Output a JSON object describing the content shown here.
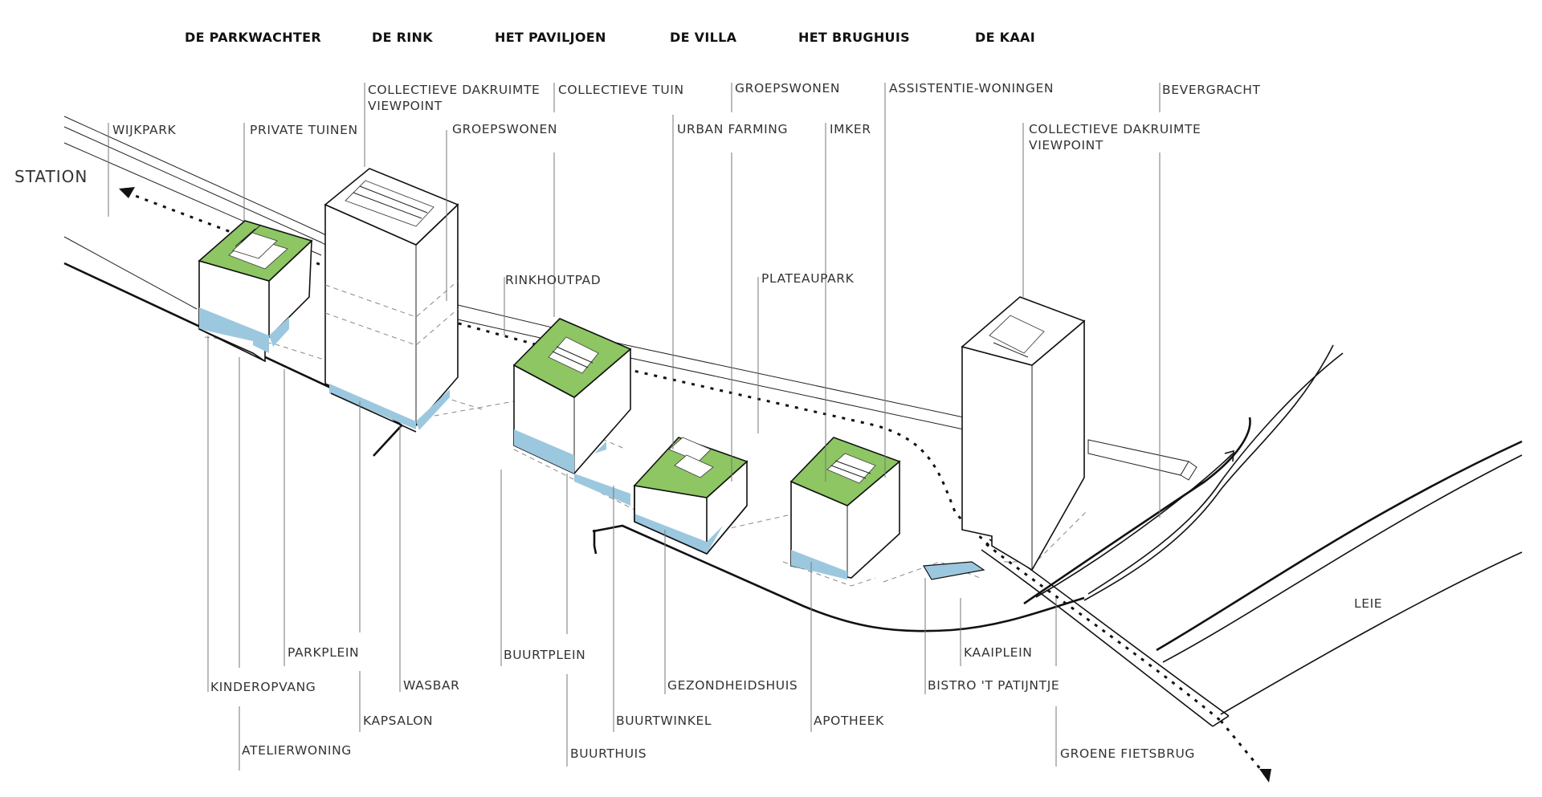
{
  "colors": {
    "green_roof": "#8dc663",
    "blue_ground": "#9cc8df",
    "line": "#111111",
    "label": "#333333"
  },
  "buildings": [
    {
      "name": "DE PARKWACHTER"
    },
    {
      "name": "DE RINK"
    },
    {
      "name": "HET PAVILJOEN"
    },
    {
      "name": "DE VILLA"
    },
    {
      "name": "HET BRUGHUIS"
    },
    {
      "name": "DE KAAI"
    }
  ],
  "places": {
    "station": "STATION",
    "river": "LEIE"
  },
  "labels_top": [
    {
      "text": "WIJKPARK"
    },
    {
      "text": "PRIVATE TUINEN"
    },
    {
      "text": "COLLECTIEVE DAKRUIMTE",
      "text2": "VIEWPOINT"
    },
    {
      "text": "COLLECTIEVE TUIN"
    },
    {
      "text": "GROEPSWONEN"
    },
    {
      "text": "RINKHOUTPAD"
    },
    {
      "text": "URBAN FARMING"
    },
    {
      "text": "GROEPSWONEN"
    },
    {
      "text": "IMKER"
    },
    {
      "text": "PLATEAUPARK"
    },
    {
      "text": "ASSISTENTIE-WONINGEN"
    },
    {
      "text": "COLLECTIEVE DAKRUIMTE",
      "text2": "VIEWPOINT"
    },
    {
      "text": "BEVERGRACHT"
    }
  ],
  "labels_bottom": [
    {
      "text": "PARKPLEIN"
    },
    {
      "text": "KINDEROPVANG"
    },
    {
      "text": "ATELIERWONING"
    },
    {
      "text": "KAPSALON"
    },
    {
      "text": "WASBAR"
    },
    {
      "text": "BUURTPLEIN"
    },
    {
      "text": "BUURTHUIS"
    },
    {
      "text": "BUURTWINKEL"
    },
    {
      "text": "GEZONDHEIDSHUIS"
    },
    {
      "text": "APOTHEEK"
    },
    {
      "text": "KAAIPLEIN"
    },
    {
      "text": "BISTRO 'T PATIJNTJE"
    },
    {
      "text": "GROENE FIETSBRUG"
    }
  ]
}
